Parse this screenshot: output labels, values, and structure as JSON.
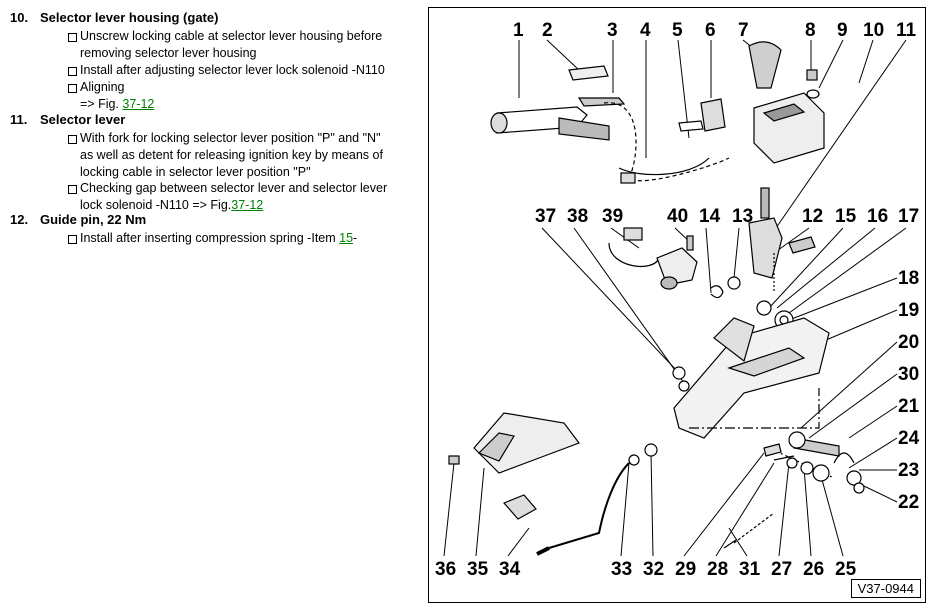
{
  "items": [
    {
      "number": "10.",
      "title": "Selector lever housing (gate)",
      "bullets": [
        {
          "lines": [
            "Unscrew locking cable at selector lever housing before",
            "removing selector lever housing"
          ]
        },
        {
          "lines": [
            "Install after adjusting selector lever lock solenoid -N110"
          ]
        },
        {
          "lines": [
            "Aligning"
          ],
          "ref_prefix": "=> Fig. ",
          "link": "37-12"
        }
      ]
    },
    {
      "number": "11.",
      "title": "Selector lever",
      "bullets": [
        {
          "lines": [
            "With fork for locking selector lever position \"P\" and \"N\"",
            "as well as detent for releasing ignition key by means of",
            "locking cable in selector lever position \"P\""
          ]
        },
        {
          "lines": [
            "Checking gap between selector lever and selector lever"
          ],
          "ref_prefix": "lock solenoid -N110 => Fig.",
          "link": "37-12"
        }
      ]
    },
    {
      "number": "12.",
      "title": "Guide pin, 22 Nm",
      "bullets": [
        {
          "lines": [],
          "ref_prefix": "Install after inserting compression spring -Item ",
          "link": "15",
          "ref_suffix": "-"
        }
      ]
    }
  ],
  "figure": {
    "id": "V37-0944",
    "callouts_top": [
      "1",
      "2",
      "3",
      "4",
      "5",
      "6",
      "7",
      "8",
      "9",
      "10",
      "11"
    ],
    "callouts_mid": [
      "37",
      "38",
      "39",
      "40",
      "14",
      "13",
      "12",
      "15",
      "16",
      "17"
    ],
    "callouts_right": [
      "18",
      "19",
      "20",
      "30",
      "21",
      "24",
      "23",
      "22"
    ],
    "callouts_bottom": [
      "36",
      "35",
      "34",
      "33",
      "32",
      "29",
      "28",
      "31",
      "27",
      "26",
      "25"
    ]
  }
}
